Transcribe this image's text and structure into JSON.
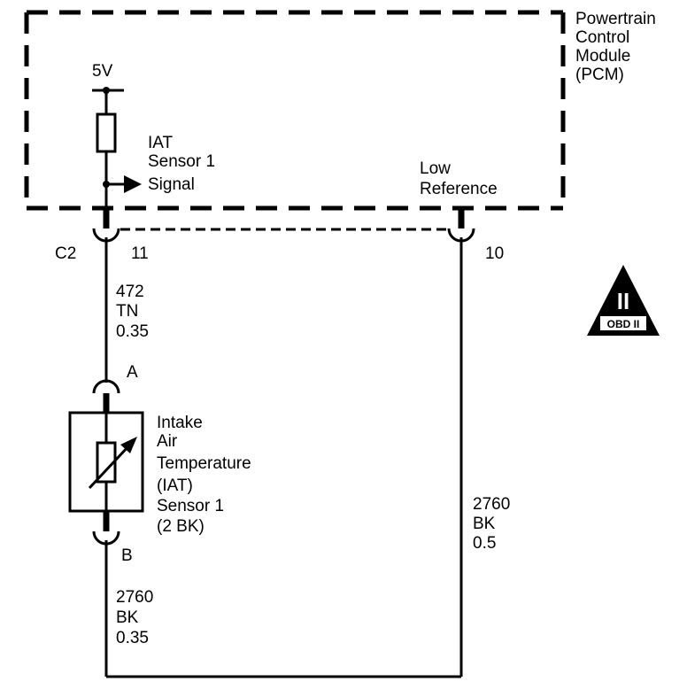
{
  "module": {
    "name_lines": [
      "Powertrain",
      "Control",
      "Module",
      "(PCM)"
    ]
  },
  "supply": {
    "voltage": "5V"
  },
  "signal": {
    "lines": [
      "IAT",
      "Sensor 1",
      "Signal"
    ]
  },
  "low_reference": {
    "lines": [
      "Low",
      "Reference"
    ]
  },
  "connector": {
    "name": "C2",
    "pin_signal": "11",
    "pin_low_ref": "10"
  },
  "wire_signal": {
    "lines": [
      "472",
      "TN",
      "0.35"
    ]
  },
  "sensor": {
    "pin_a": "A",
    "pin_b": "B",
    "lines": [
      "Intake",
      "Air",
      "Temperature",
      "(IAT)",
      "Sensor 1",
      "(2 BK)"
    ]
  },
  "wire_ground_left": {
    "lines": [
      "2760",
      "BK",
      "0.35"
    ]
  },
  "wire_ground_right": {
    "lines": [
      "2760",
      "BK",
      "0.5"
    ]
  },
  "badge": {
    "roman": "II",
    "text": "OBD II"
  }
}
